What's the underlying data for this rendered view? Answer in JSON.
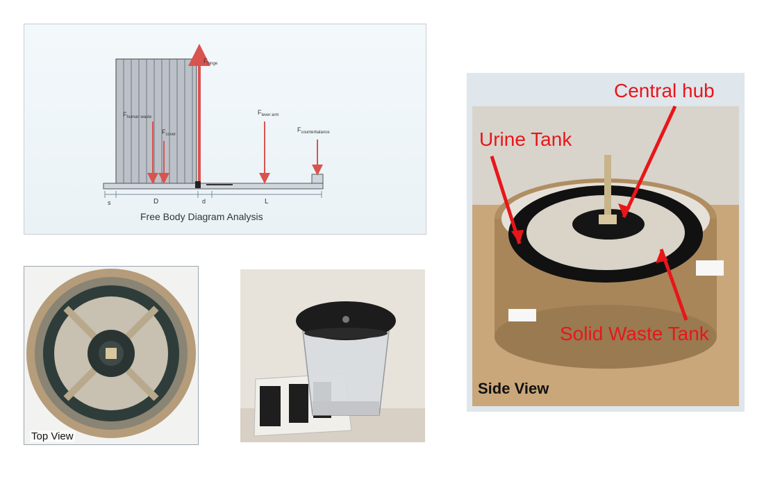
{
  "free_body_diagram": {
    "caption": "Free Body Diagram Analysis",
    "forces": {
      "hinge": {
        "main": "F",
        "sub": "hinge"
      },
      "human_waste": {
        "main": "F",
        "sub": "human waste"
      },
      "cover": {
        "main": "F",
        "sub": "cover"
      },
      "lever_arm": {
        "main": "F",
        "sub": "lever arm"
      },
      "counterbalance": {
        "main": "F",
        "sub": "counterbalance"
      }
    },
    "dimensions": {
      "s": "s",
      "D": "D",
      "d": "d",
      "L": "L"
    },
    "colors": {
      "arrow": "#d9534f",
      "beam": "#cfd6de",
      "tank": "#b9bec6"
    }
  },
  "top_view": {
    "caption": "Top View"
  },
  "side_view": {
    "caption": "Side View",
    "labels": {
      "central_hub": "Central hub",
      "urine_tank": "Urine Tank",
      "solid_waste_tank": "Solid Waste Tank"
    },
    "label_color": "#e8161a"
  }
}
